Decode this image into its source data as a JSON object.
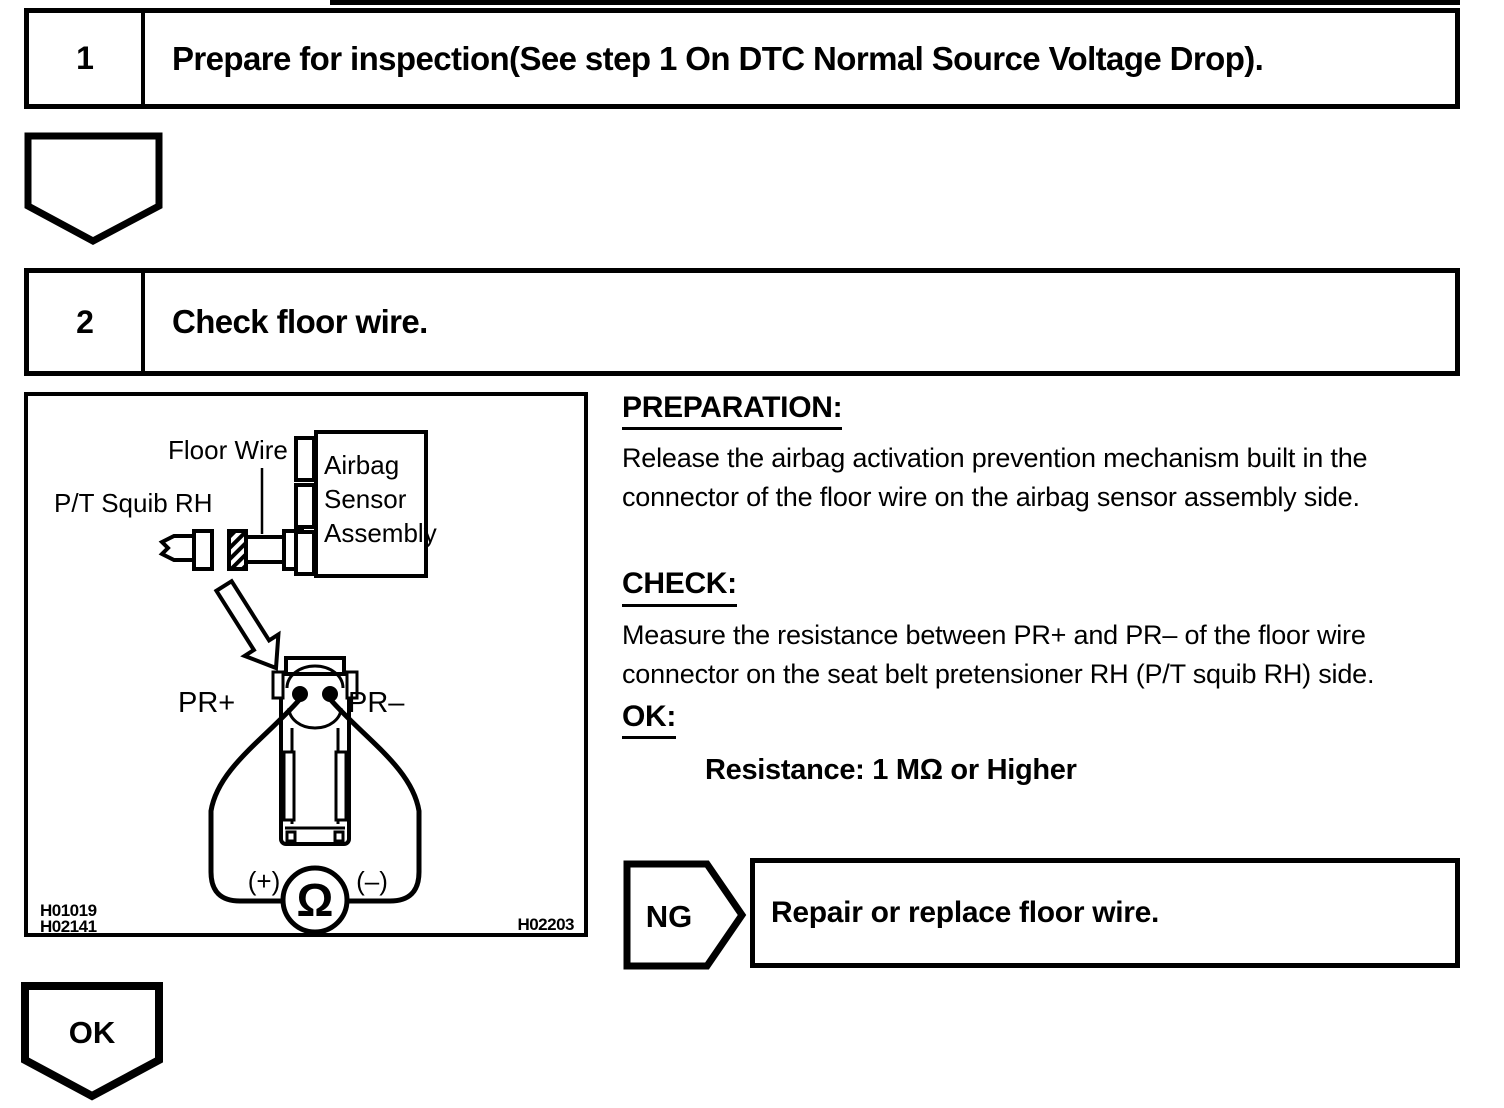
{
  "steps": [
    {
      "number": "1",
      "title": "Prepare for inspection(See step 1 On DTC Normal Source Voltage Drop)."
    },
    {
      "number": "2",
      "title": "Check floor wire."
    }
  ],
  "sections": {
    "preparation": {
      "heading": "PREPARATION:",
      "line1": "Release the airbag activation prevention mechanism built in the",
      "line2": "connector of the floor wire on the airbag sensor assembly side."
    },
    "check": {
      "heading": "CHECK:",
      "line1": "Measure the resistance between PR+ and PR– of the floor wire",
      "line2": "connector on the seat belt pretensioner RH (P/T squib RH) side."
    },
    "ok": {
      "heading": "OK:",
      "result": "Resistance: 1 MΩ or Higher"
    }
  },
  "flow": {
    "ng_label": "NG",
    "ng_action": "Repair or replace floor wire.",
    "ok_label": "OK"
  },
  "diagram": {
    "labels": {
      "floor_wire": "Floor Wire",
      "pt_squib": "P/T Squib RH",
      "assembly_line1": "Airbag",
      "assembly_line2": "Sensor",
      "assembly_line3": "Assembly",
      "pr_plus": "PR+",
      "pr_minus": "PR–",
      "meter_plus": "(+)",
      "meter_minus": "(–)",
      "ohm_symbol": "Ω"
    },
    "figure_codes": {
      "code1": "H01019",
      "code2": "H02141",
      "code3": "H02203"
    }
  },
  "colors": {
    "ink": "#000000",
    "paper": "#ffffff"
  }
}
